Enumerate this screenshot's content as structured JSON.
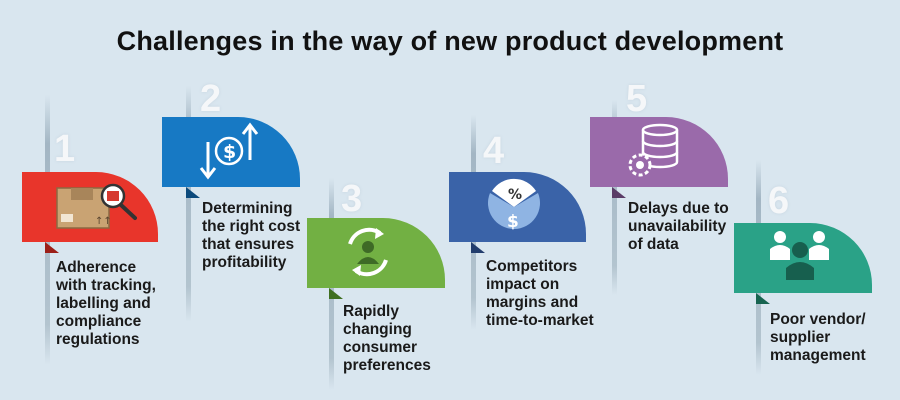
{
  "title": "Challenges in the way of new product development",
  "colors": {
    "background": "#d9e6ef",
    "item1": "#e8352b",
    "item2": "#1779c4",
    "item3": "#72b043",
    "item4": "#3a63a8",
    "item5": "#9a6aaa",
    "item6": "#2aa287"
  },
  "items": [
    {
      "number": "1",
      "text": "Adherence with tracking, labelling and compliance regulations",
      "icon": "box-magnifier-icon"
    },
    {
      "number": "2",
      "text": "Determining the right cost that ensures profitability",
      "icon": "dollar-arrows-icon"
    },
    {
      "number": "3",
      "text": "Rapidly changing consumer preferences",
      "icon": "user-cycle-icon"
    },
    {
      "number": "4",
      "text": "Competitors impact on margins and time-to-market",
      "icon": "percent-dollar-pie-icon"
    },
    {
      "number": "5",
      "text": "Delays due to unavailability of data",
      "icon": "database-gear-icon"
    },
    {
      "number": "6",
      "text": "Poor vendor/ supplier management",
      "icon": "people-group-icon"
    }
  ]
}
